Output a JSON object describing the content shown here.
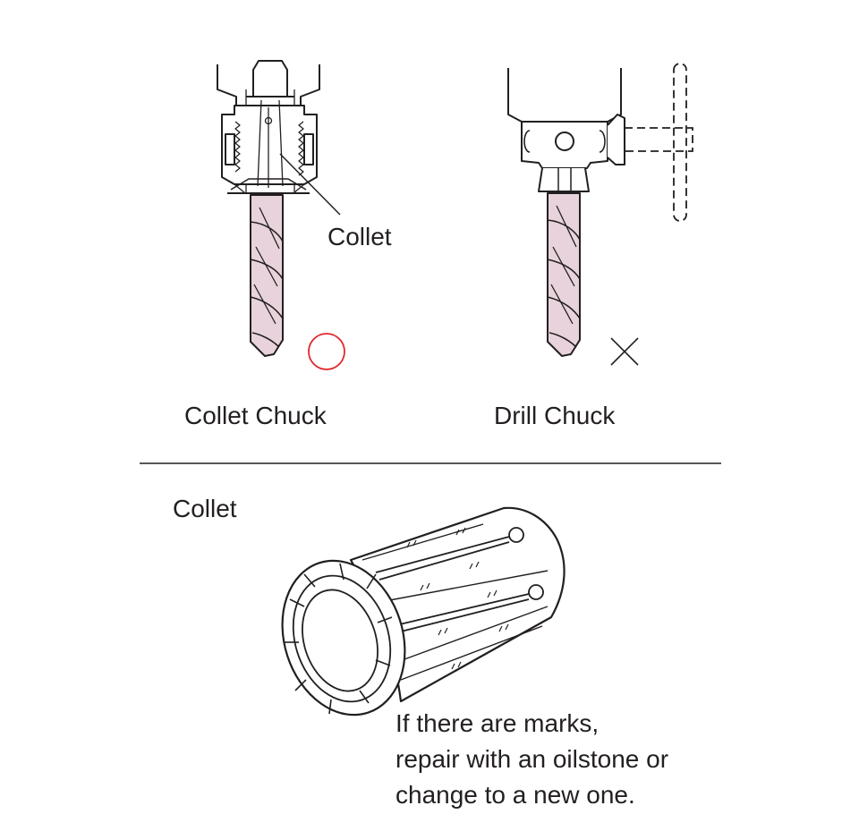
{
  "top": {
    "collet_chuck": {
      "title": "Collet Chuck",
      "callout": "Collet",
      "verdict_mark": "circle-ok"
    },
    "drill_chuck": {
      "title": "Drill Chuck",
      "verdict_mark": "cross-ng"
    }
  },
  "bottom": {
    "section_title": "Collet",
    "note_lines": [
      "If there are marks,",
      "repair with an oilstone or",
      "change to a new one."
    ]
  },
  "colors": {
    "line": "#231f20",
    "drill_fill": "#e8d3dc",
    "ok_mark": "#e0262b",
    "ng_mark": "#231f20"
  }
}
